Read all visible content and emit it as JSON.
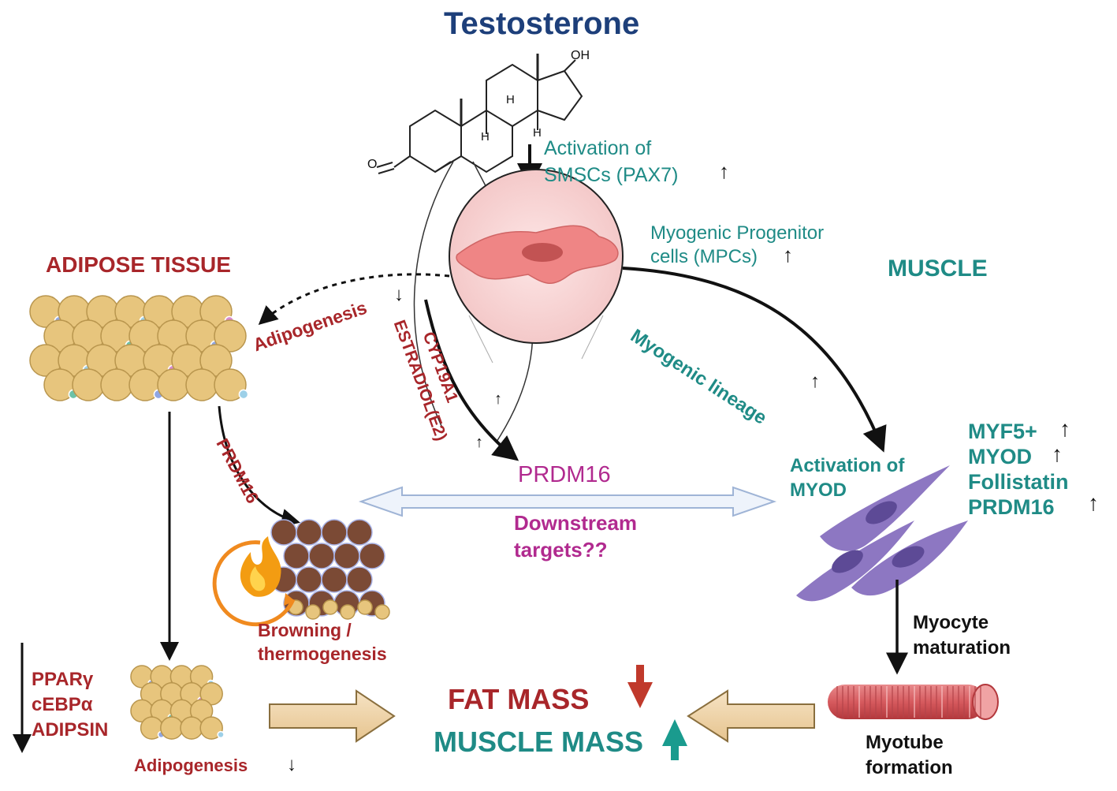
{
  "colors": {
    "teal": "#1f8b86",
    "dark_red": "#a8262a",
    "magenta": "#b12a8f",
    "navy": "#1d3f7a",
    "fat_arrow_down": "#c0392b",
    "muscle_arrow_up": "#1a9b8e",
    "adipocyte": "#e3c27a",
    "brown_adipocyte": "#7b4a35",
    "stem_cell": "#ef7f7f",
    "myocyte": "#8d77c2",
    "myotube": "#d75a5e",
    "flame": "#f39c12"
  },
  "icons": {
    "up_arrow": "↑",
    "down_arrow": "↓"
  },
  "title": "Testosterone",
  "molecule": {
    "oh": "OH",
    "h1": "H",
    "h2": "H",
    "h3": "H",
    "o": "O"
  },
  "muscle": {
    "section_title": "MUSCLE",
    "activation_smsc_line1": "Activation of",
    "activation_smsc_line2": "SMSCs (PAX7)",
    "mpc_line1": "Myogenic Progenitor",
    "mpc_line2": "cells (MPCs)",
    "lineage": "Myogenic lineage",
    "activation_myod_line1": "Activation of",
    "activation_myod_line2": "MYOD",
    "markers": [
      "MYF5+",
      "MYOD",
      "Follistatin",
      "PRDM16"
    ],
    "maturation_line1": "Myocyte",
    "maturation_line2": "maturation",
    "myotube_line1": "Myotube",
    "myotube_line2": "formation"
  },
  "adipose": {
    "section_title": "ADIPOSE TISSUE",
    "adipogenesis_top": "Adipogenesis",
    "cyp": "CYP19A1",
    "estradiol": "ESTRADIOL(E2)",
    "prdm16_branch": "PRDM16",
    "browning_line1": "Browning /",
    "browning_line2": "thermogenesis",
    "markers": [
      "PPARγ",
      "cEBPα",
      "ADIPSIN"
    ],
    "adipogenesis_bottom": "Adipogenesis"
  },
  "center": {
    "prdm16": "PRDM16",
    "downstream_line1": "Downstream",
    "downstream_line2": "targets??"
  },
  "outcome": {
    "fat_mass": "FAT MASS",
    "muscle_mass": "MUSCLE MASS"
  }
}
